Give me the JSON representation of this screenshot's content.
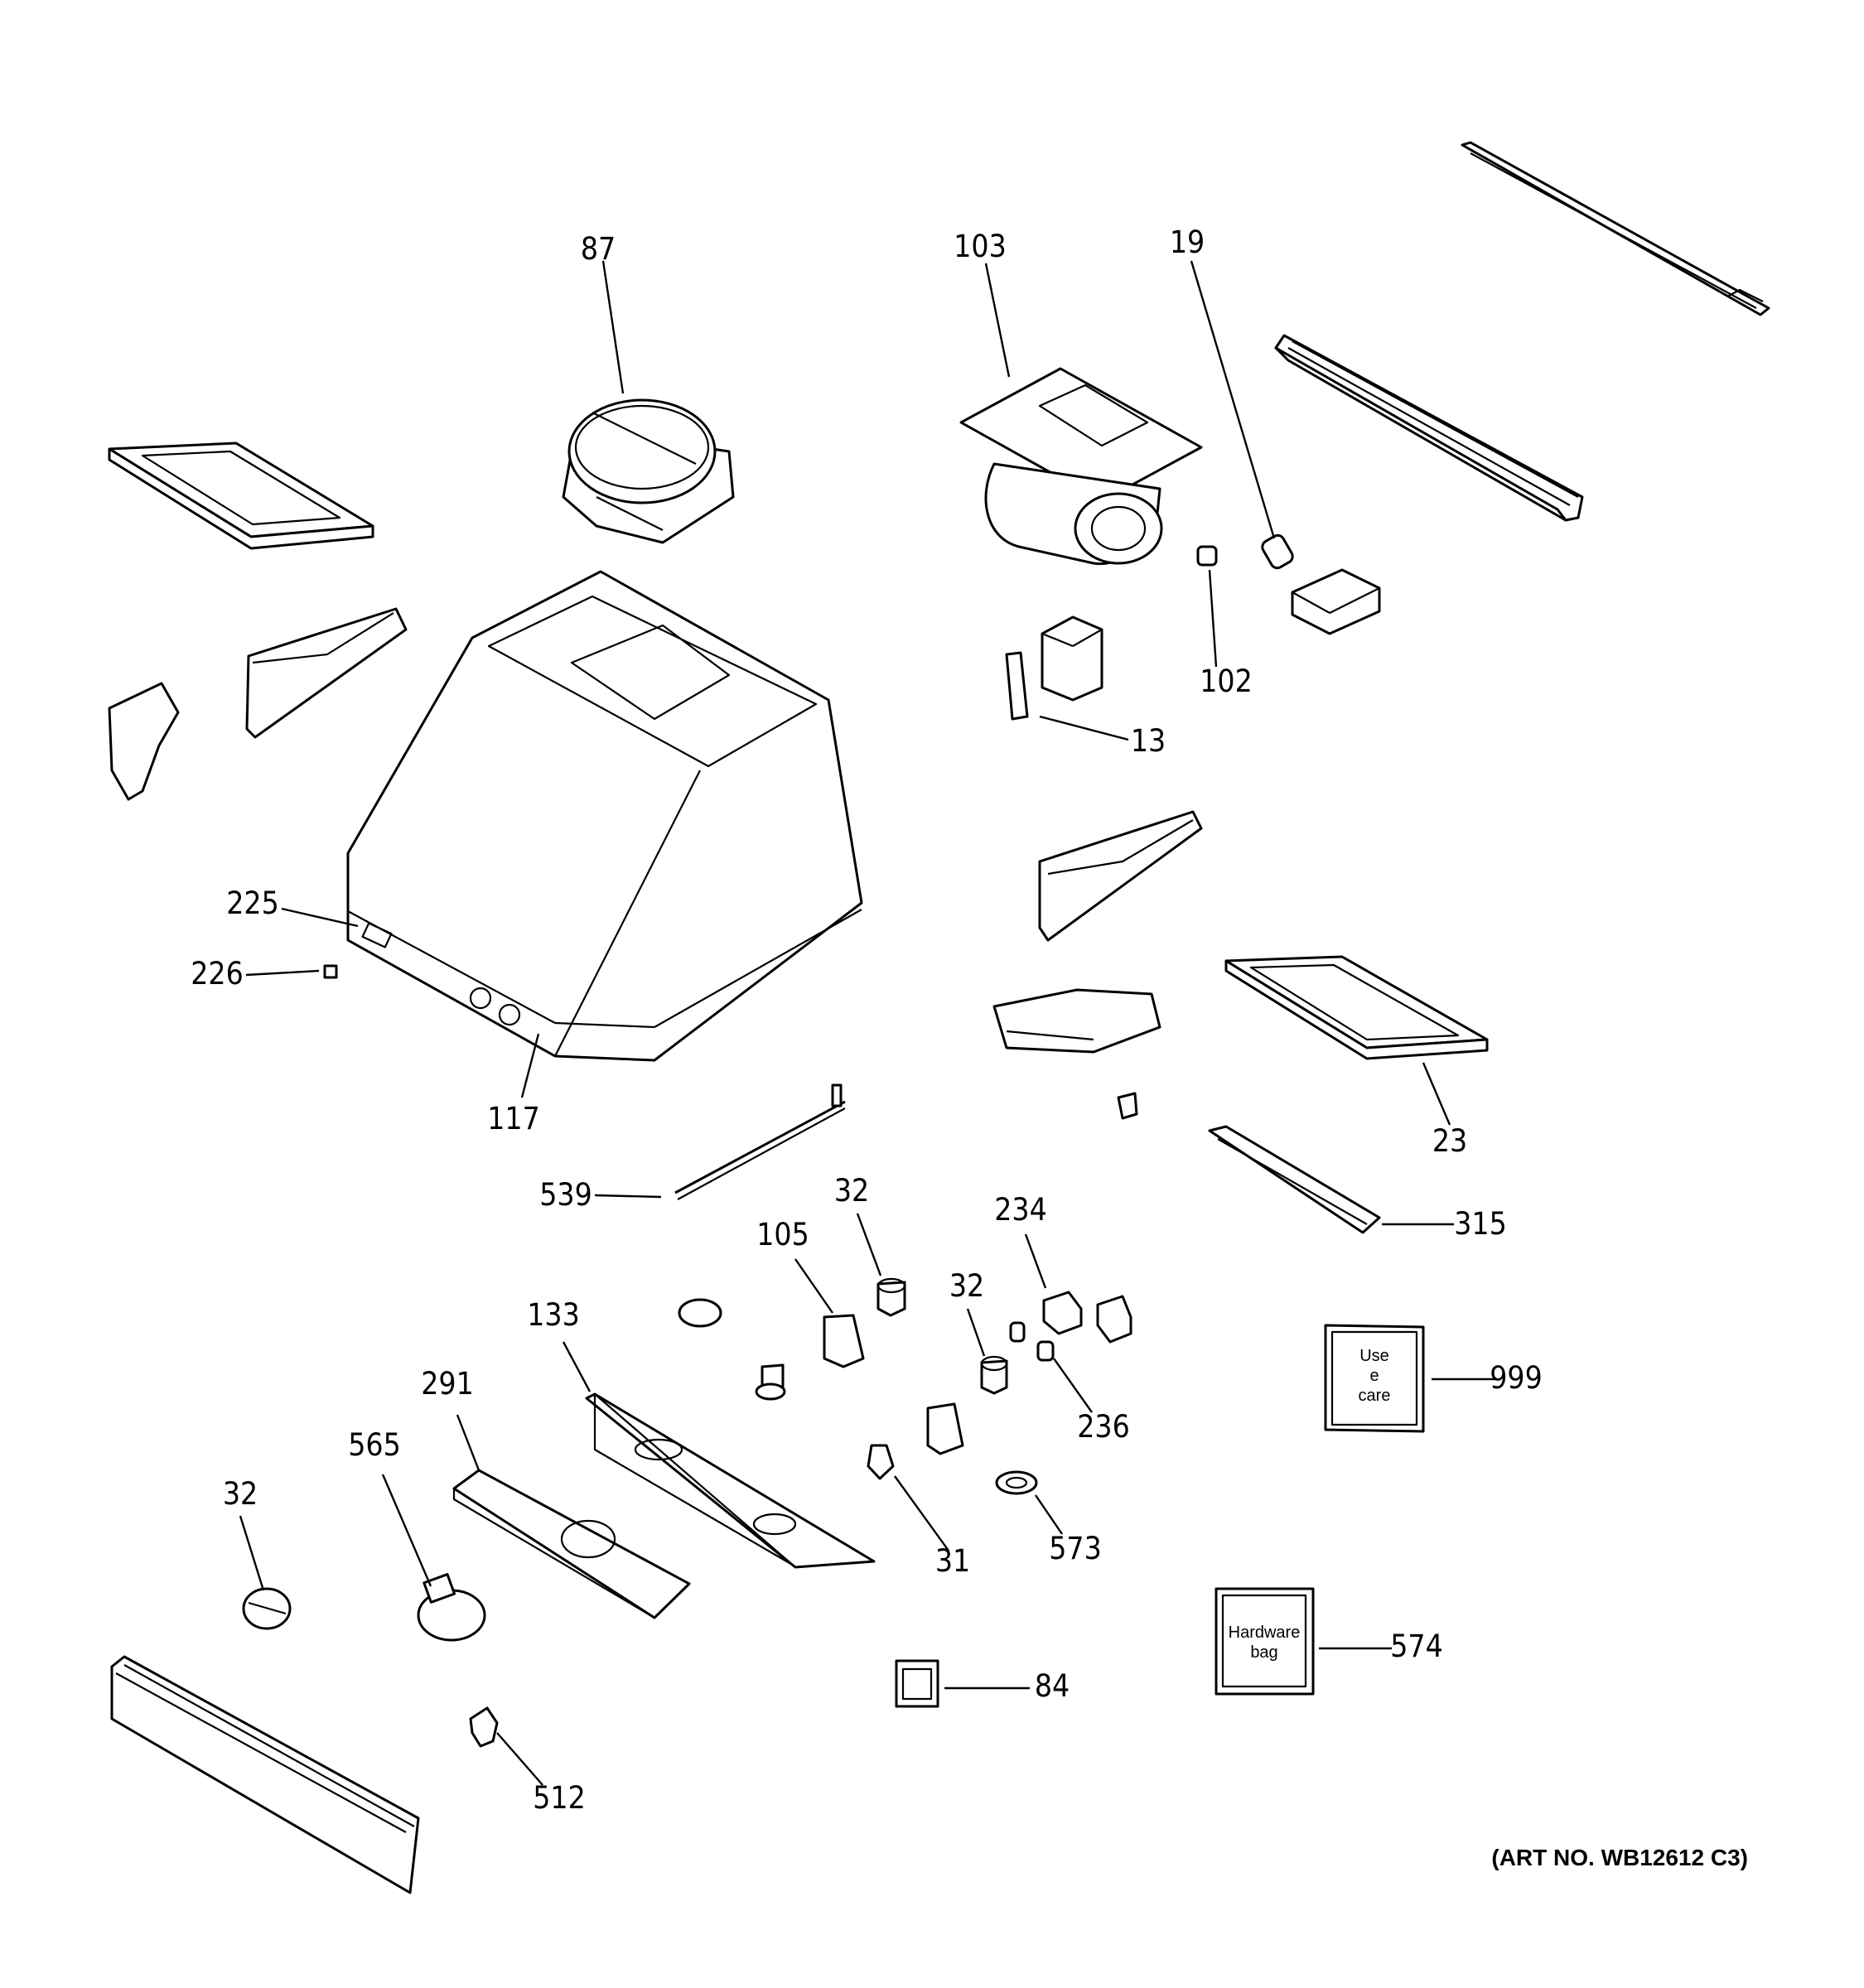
{
  "callouts": {
    "c87": "87",
    "c103": "103",
    "c19": "19",
    "c102": "102",
    "c13": "13",
    "c225": "225",
    "c226": "226",
    "c117": "117",
    "c23": "23",
    "c539": "539",
    "c32a": "32",
    "c105": "105",
    "c234": "234",
    "c315": "315",
    "c32b": "32",
    "c133": "133",
    "c236": "236",
    "c999": "999",
    "c291": "291",
    "c565": "565",
    "c32c": "32",
    "c31": "31",
    "c573": "573",
    "c574": "574",
    "c84": "84",
    "c512": "512"
  },
  "use_care_box": {
    "line1": "Use",
    "line2": "e",
    "line3": "care"
  },
  "hardware_bag": {
    "line1": "Hardware",
    "line2": "bag"
  },
  "art_number": "(ART NO. WB12612 C3)"
}
